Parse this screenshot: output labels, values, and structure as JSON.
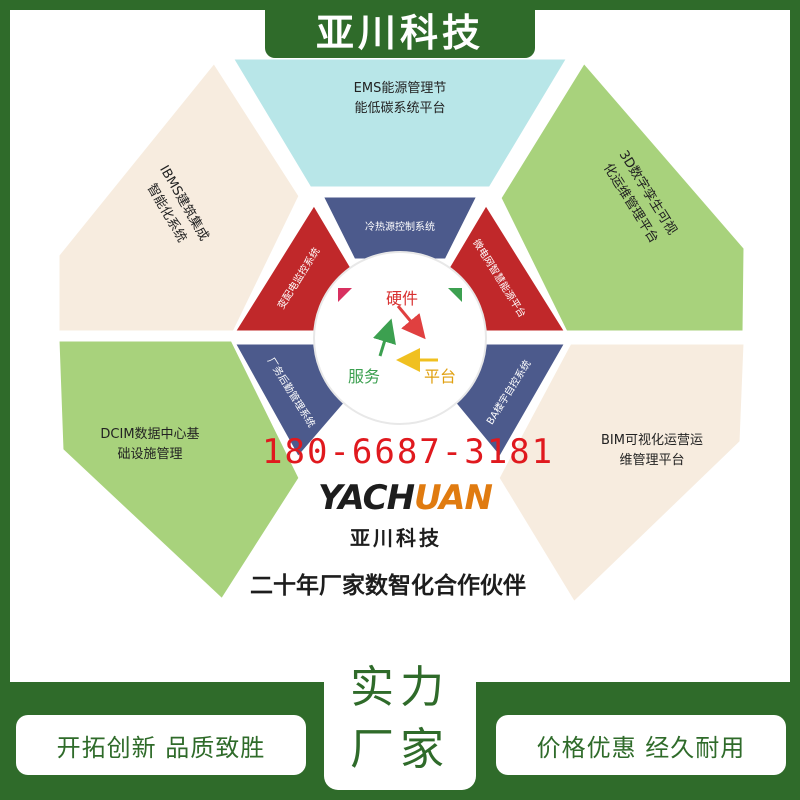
{
  "header": {
    "title": "亚川科技"
  },
  "outer_segments": {
    "ems": {
      "line1": "EMS能源管理节",
      "line2": "能低碳系统平台"
    },
    "twin": {
      "line1": "3D数字孪生可视",
      "line2": "化运维管理平台"
    },
    "bim": {
      "line1": "BIM可视化运营运",
      "line2": "维管理平台"
    },
    "dcim": {
      "line1": "DCIM数据中心基",
      "line2": "础设施管理"
    },
    "ibms": {
      "line1": "IBMS建筑集成",
      "line2": "智能化系统"
    }
  },
  "inner_segments": {
    "hvac": "冷热源控制系统",
    "microgrid": "微电网智慧能源平台",
    "ba": "BA楼宇自控系统",
    "facility": "厂务后勤管理系统",
    "power": "变配电监控系统"
  },
  "hub": {
    "hardware": "硬件",
    "service": "服务",
    "platform": "平台"
  },
  "contact": {
    "phone": "180-6687-3181"
  },
  "brand": {
    "logo_main": "YACH",
    "logo_accent": "UAN",
    "company": "亚川科技",
    "tagline": "二十年厂家数智化合作伙伴"
  },
  "footer": {
    "left": "开拓创新  品质致胜",
    "center_line1": "实力",
    "center_line2": "厂家",
    "right": "价格优惠  经久耐用"
  },
  "colors": {
    "brand_green": "#2f6b2a",
    "cyan_segment": "#b8e6e8",
    "beige_segment": "#f7ecdf",
    "green_segment": "#a8d27c",
    "navy_segment": "#4c5a8c",
    "red_segment": "#c0282a",
    "phone_red": "#e0191e"
  }
}
